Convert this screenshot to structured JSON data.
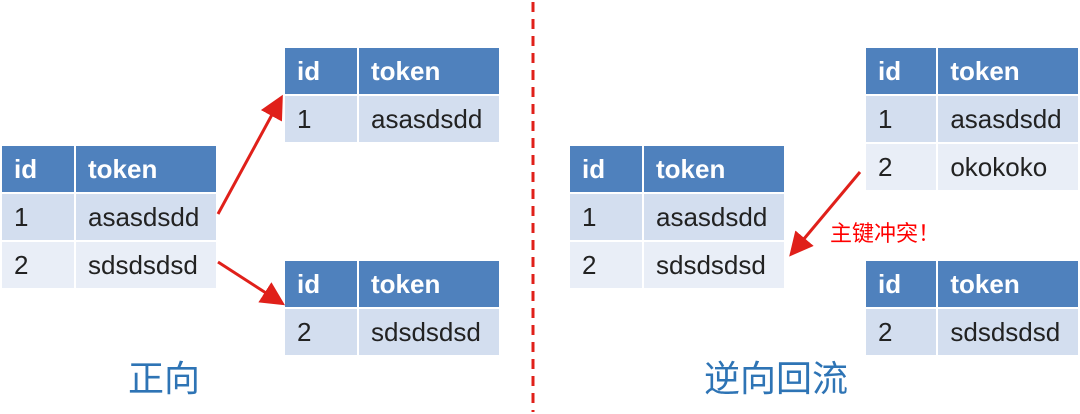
{
  "headers": {
    "id": "id",
    "token": "token"
  },
  "forward": {
    "caption": "正向",
    "source": [
      {
        "id": "1",
        "token": "asasdsdd"
      },
      {
        "id": "2",
        "token": "sdsdsdsd"
      }
    ],
    "target_1": [
      {
        "id": "1",
        "token": "asasdsdd"
      }
    ],
    "target_2": [
      {
        "id": "2",
        "token": "sdsdsdsd"
      }
    ]
  },
  "reverse": {
    "caption": "逆向回流",
    "conflict_label": "主键冲突！",
    "destination": [
      {
        "id": "1",
        "token": "asasdsdd"
      },
      {
        "id": "2",
        "token": "sdsdsdsd"
      }
    ],
    "source_1": [
      {
        "id": "1",
        "token": "asasdsdd"
      },
      {
        "id": "2",
        "token": "okokoko"
      }
    ],
    "source_2": [
      {
        "id": "2",
        "token": "sdsdsdsd"
      }
    ]
  },
  "colors": {
    "header": "#4f81bd",
    "row_dark": "#d3deef",
    "row_light": "#e9eef7",
    "arrow": "#e0201a",
    "divider": "#e0201a",
    "caption": "#2e74b5"
  }
}
